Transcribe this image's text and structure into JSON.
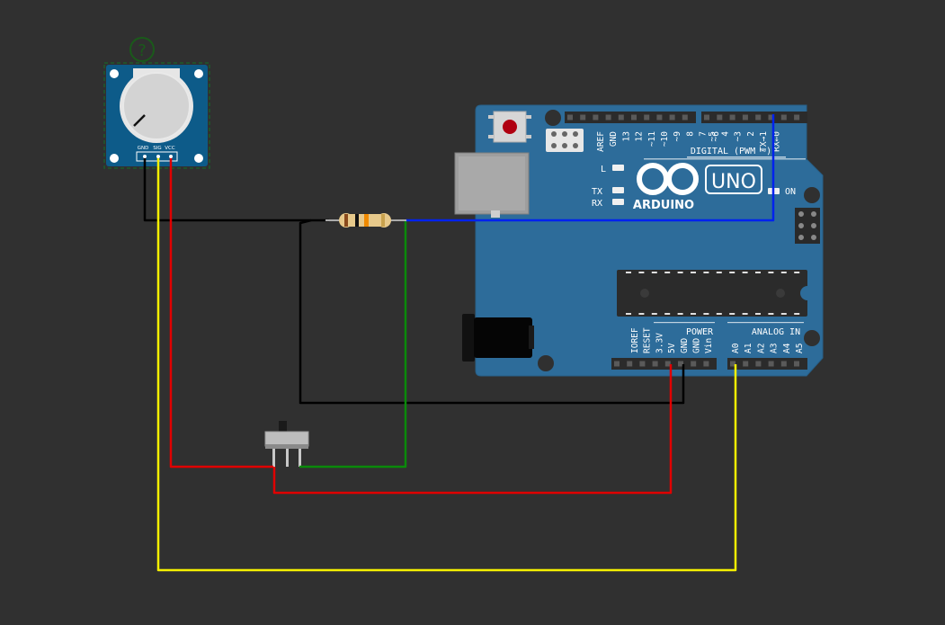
{
  "help": {
    "glyph": "?"
  },
  "pot": {
    "pin_labels": [
      "GND",
      "SIG",
      "VCC"
    ]
  },
  "arduino": {
    "brand": "ARDUINO",
    "model": "UNO",
    "on_label": "ON",
    "led_labels": {
      "l": "L",
      "tx": "TX",
      "rx": "RX"
    },
    "digital_label": "DIGITAL (PWM ~)",
    "digital_pins": [
      "AREF",
      "GND",
      "13",
      "12",
      "~11",
      "~10",
      "~9",
      "8",
      "7",
      "~6",
      "~5",
      "4",
      "~3",
      "2",
      "TX→1",
      "RX←0"
    ],
    "power_label": "POWER",
    "power_pins": [
      "IOREF",
      "RESET",
      "3.3V",
      "5V",
      "GND",
      "GND",
      "Vin"
    ],
    "analog_label": "ANALOG IN",
    "analog_pins": [
      "A0",
      "A1",
      "A2",
      "A3",
      "A4",
      "A5"
    ]
  },
  "colors": {
    "background": "#303030",
    "board": "#2d6c9a",
    "module": "#0d5b89",
    "wire_black": "#000000",
    "wire_red": "#e00000",
    "wire_yellow": "#f5f000",
    "wire_green": "#0a8a0a",
    "wire_blue": "#0022ee"
  }
}
